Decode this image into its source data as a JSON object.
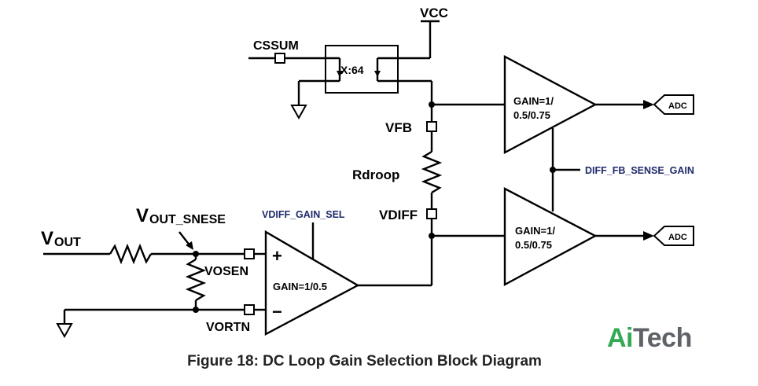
{
  "diagram": {
    "labels": {
      "vcc": "VCC",
      "cssum": "CSSUM",
      "mirror": "X:64",
      "vfb": "VFB",
      "rdroop": "Rdroop",
      "vdiff": "VDIFF",
      "vout_main": "V",
      "vout_sub": "OUT",
      "vout_snese_main": "V",
      "vout_snese_sub": "OUT_SNESE",
      "vosen": "VOSEN",
      "vortn": "VORTN",
      "vdiff_gain_sel": "VDIFF_GAIN_SEL",
      "diff_fb_sense_gain": "DIFF_FB_SENSE_GAIN",
      "amp_plus": "+",
      "amp_minus": "−",
      "amp_gain": "GAIN=1/0.5",
      "upper_gain_line1": "GAIN=1/",
      "upper_gain_line2": "0.5/0.75",
      "lower_gain_line1": "GAIN=1/",
      "lower_gain_line2": "0.5/0.75",
      "adc_top": "ADC",
      "adc_bottom": "ADC"
    },
    "caption": "Figure 18: DC Loop Gain Selection Block Diagram"
  },
  "brand": {
    "part1": "Ai",
    "part2": "Tech",
    "color1": "#34a853",
    "color2": "#5f6368"
  }
}
